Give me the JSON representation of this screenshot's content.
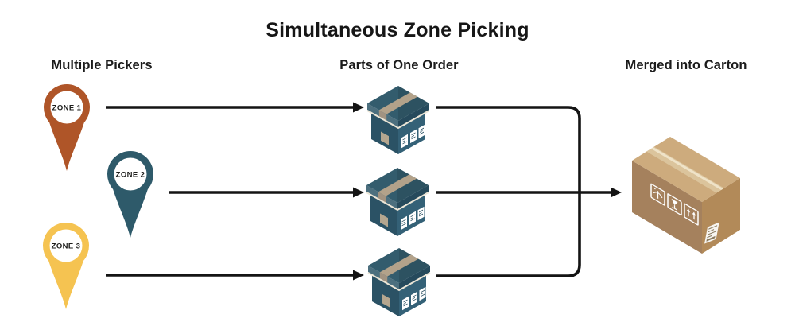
{
  "title": "Simultaneous Zone Picking",
  "columns": {
    "pickers_heading": "Multiple Pickers",
    "parts_heading": "Parts of One Order",
    "merged_heading": "Merged into Carton"
  },
  "zones": [
    {
      "label": "ZONE 1",
      "color": "#af5528"
    },
    {
      "label": "ZONE 2",
      "color": "#2e5a6a"
    },
    {
      "label": "ZONE 3",
      "color": "#f5c351"
    }
  ],
  "parcels": {
    "count": 3,
    "body_color": "#2f5868",
    "tape_color": "#b3a28a"
  },
  "carton": {
    "top_color": "#cdab7d",
    "left_color": "#a5815d",
    "right_color": "#b28a59",
    "symbols": [
      "keep-dry-umbrella",
      "fragile-glass",
      "this-way-up-arrows"
    ]
  },
  "arrows": {
    "color": "#141414"
  }
}
